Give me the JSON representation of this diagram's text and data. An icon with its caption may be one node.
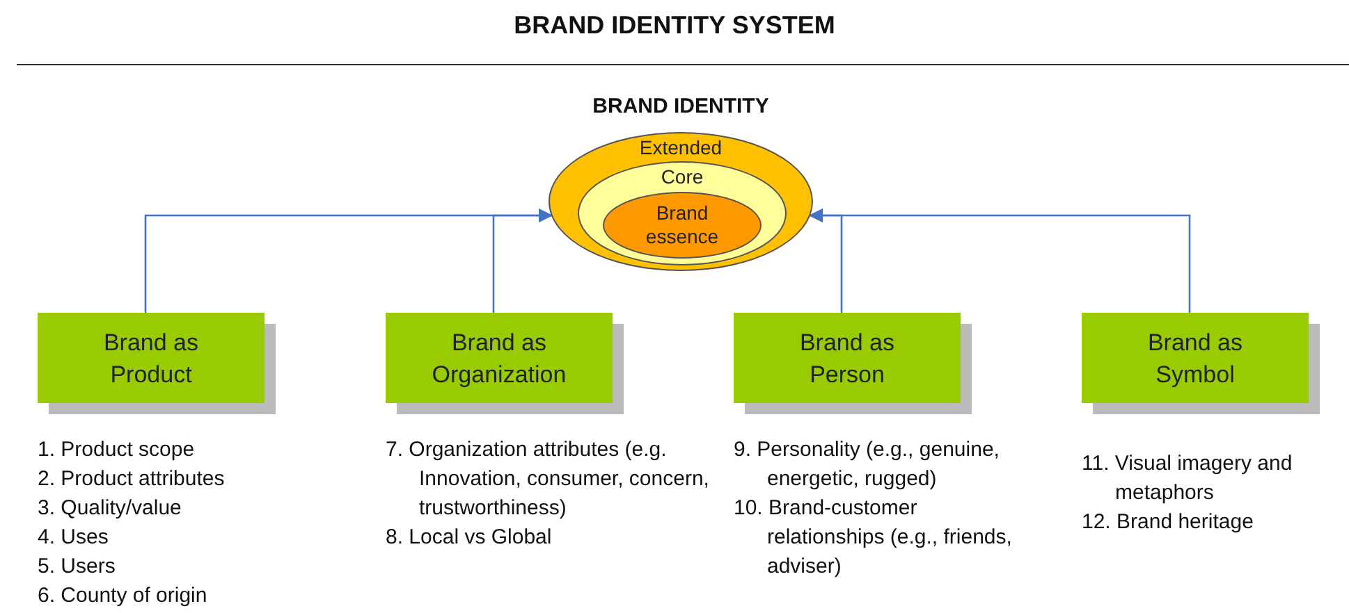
{
  "diagram": {
    "title": "BRAND IDENTITY SYSTEM",
    "nodes": [
      {
        "text": [
          "BRAND IDENTITY",
          "Extended"
        ]
      },
      {
        "text": [
          "Core"
        ],
        "in": 0
      },
      {
        "text": [
          "Brand essence"
        ],
        "in": 1
      },
      {
        "text": [
          "Brand as Product"
        ],
        "beside": [
          "1. Product scope",
          "2. Product attributes",
          "3. Quality/value",
          "4. Uses",
          "5. Users",
          "6. County of origin"
        ]
      },
      {
        "text": [
          "Brand as Organization"
        ],
        "beside": [
          "7. Organization attributes (e.g. Innovation, consumer, concern, trustworthiness)",
          "8. Local vs Global"
        ]
      },
      {
        "text": [
          "Brand as Person"
        ],
        "beside": [
          "9. Personality (e.g., genuine, energetic, rugged)",
          "10. Brand-customer relationships (e.g., friends, adviser)"
        ]
      },
      {
        "text": [
          "Brand as Symbol"
        ],
        "beside": [
          "11. Visual imagery and metaphors",
          "12. Brand heritage"
        ]
      }
    ],
    "edges": [
      {
        "from": 3,
        "to": 0,
        "arrow": "to"
      },
      {
        "from": 4,
        "to": 0,
        "arrow": "to"
      },
      {
        "from": 5,
        "to": 0,
        "arrow": "to"
      },
      {
        "from": 6,
        "to": 0,
        "arrow": "to"
      }
    ]
  }
}
